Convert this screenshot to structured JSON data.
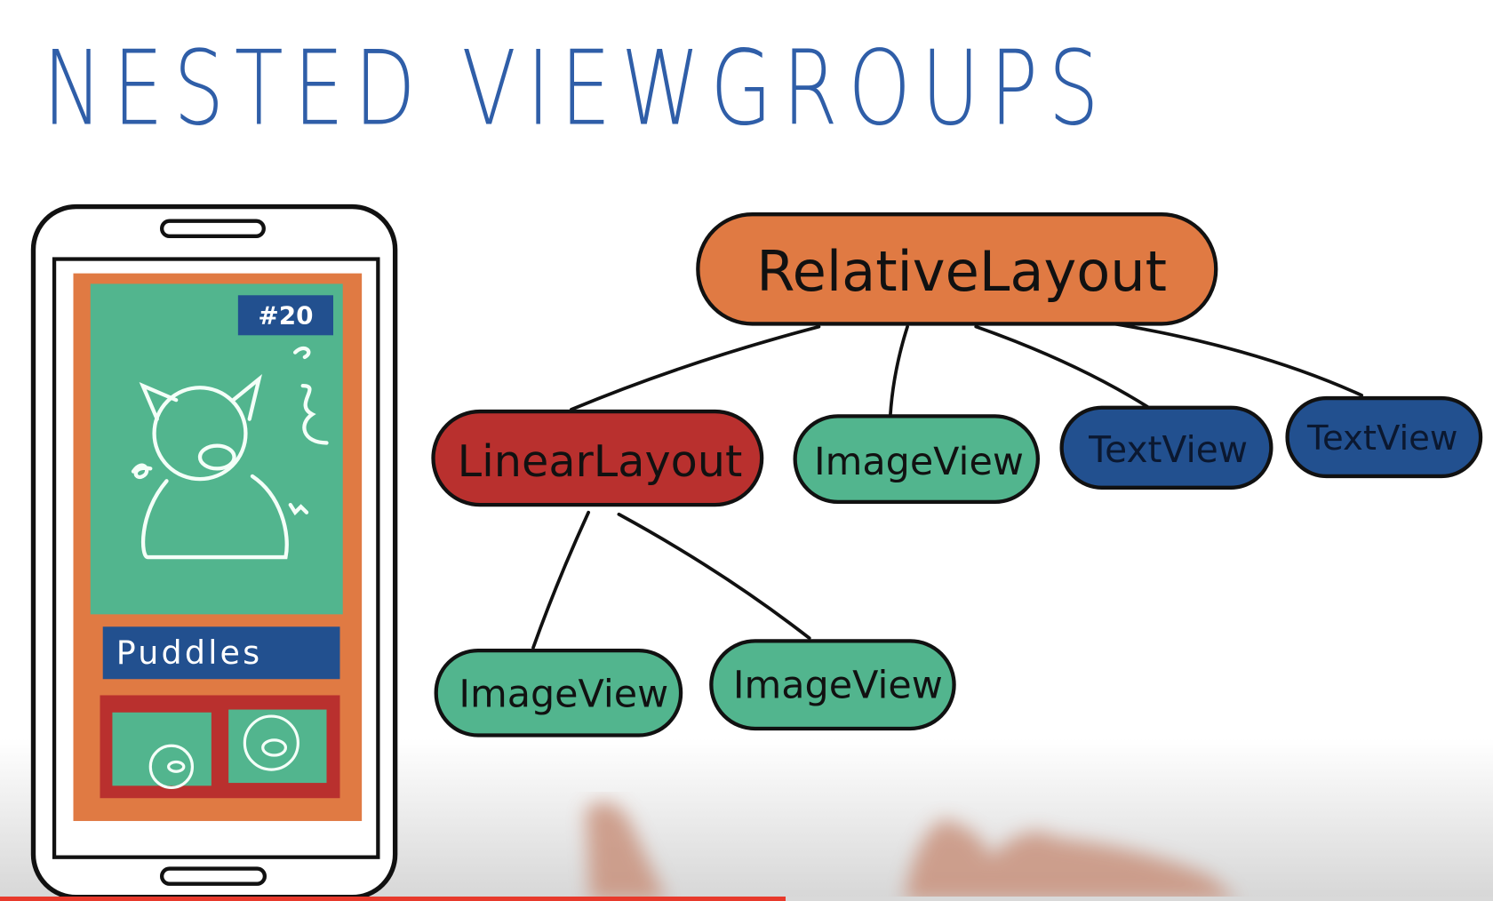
{
  "title": "NESTED VIEWGROUPS",
  "phone": {
    "badge": "#20",
    "name_label": "Puddles"
  },
  "tree": {
    "root": {
      "label": "RelativeLayout",
      "color": "#e07a43"
    },
    "children": [
      {
        "label": "LinearLayout",
        "color": "#b9302e"
      },
      {
        "label": "ImageView",
        "color": "#52b58e"
      },
      {
        "label": "TextView",
        "color": "#22508f"
      },
      {
        "label": "TextView",
        "color": "#22508f"
      }
    ],
    "grandchildren": [
      {
        "label": "ImageView",
        "color": "#52b58e"
      },
      {
        "label": "ImageView",
        "color": "#52b58e"
      }
    ]
  },
  "video": {
    "progress": 0.526,
    "progress_color": "#e8392b"
  }
}
